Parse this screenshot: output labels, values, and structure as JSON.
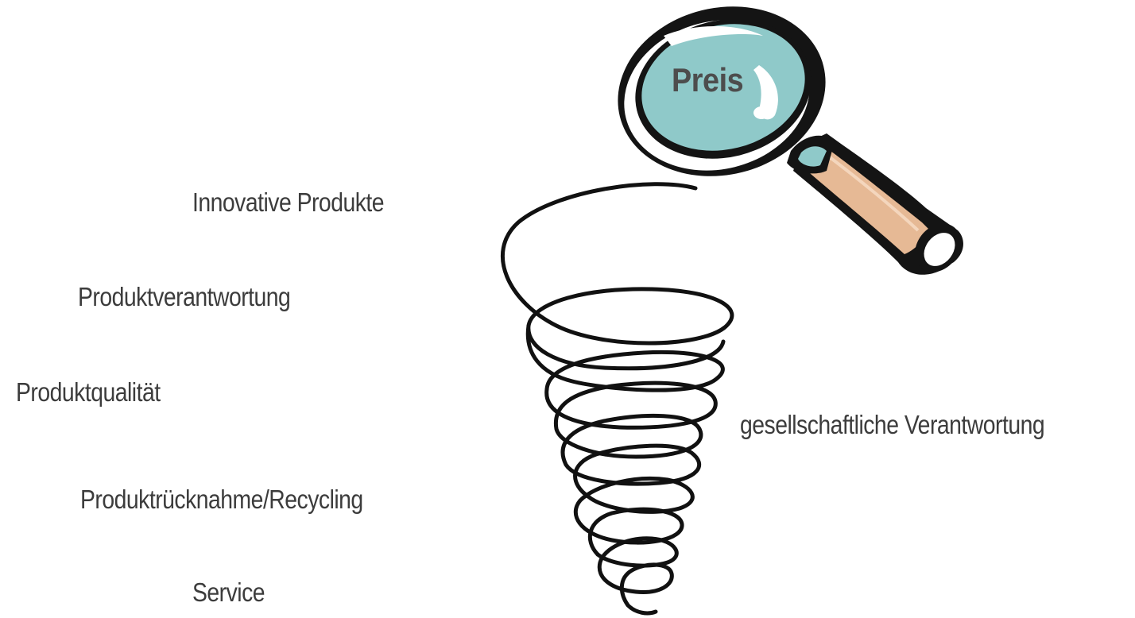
{
  "magnifier": {
    "label": "Preis",
    "lens_color": "#8fc9c9",
    "handle_color": "#e6b995",
    "outline_color": "#141414"
  },
  "spiral": {
    "stroke_color": "#111111"
  },
  "factors": {
    "innovative": "Innovative Produkte",
    "verantwortung": "Produktverantwortung",
    "qualitaet": "Produktqualität",
    "ruecknahme": "Produktrücknahme/Recycling",
    "service": "Service",
    "gesellschaft": "gesellschaftliche Verantwortung"
  },
  "text_color": "#3c3c3c"
}
